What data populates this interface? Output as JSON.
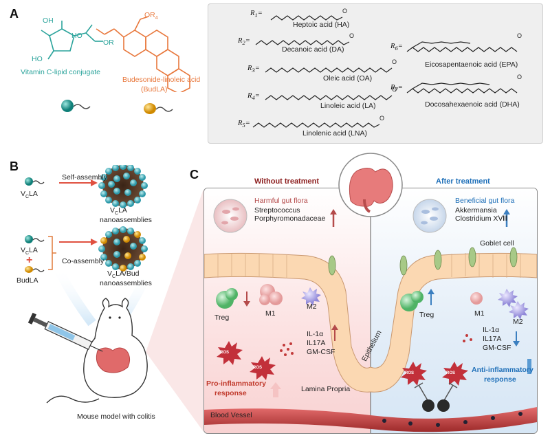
{
  "panels": {
    "a": "A",
    "b": "B",
    "c": "C"
  },
  "panel_a": {
    "vitc_label": "Vitamin C-lipid conjugate",
    "budla_label_line1": "Budesonide-linoleic acid",
    "budla_label_line2": "(BudLA)",
    "oh1": "OH",
    "oh2": "HO",
    "oh3": "HO",
    "or": "OR",
    "or4": "OR",
    "r_sub4": "4"
  },
  "fatty_acids": [
    {
      "r": "R",
      "sub": "1",
      "name": "Heptoic acid (HA)"
    },
    {
      "r": "R",
      "sub": "2",
      "name": "Decanoic acid (DA)"
    },
    {
      "r": "R",
      "sub": "3",
      "name": "Oleic acid (OA)"
    },
    {
      "r": "R",
      "sub": "4",
      "name": "Linoleic acid (LA)"
    },
    {
      "r": "R",
      "sub": "5",
      "name": "Linolenic acid (LNA)"
    },
    {
      "r": "R",
      "sub": "6",
      "name": "Eicosapentaenoic acid (EPA)"
    },
    {
      "r": "R",
      "sub": "7",
      "name": "Docosahexaenoic acid (DHA)"
    }
  ],
  "panel_b": {
    "vcla": "V",
    "vcla_sub": "C",
    "vcla_tail": "LA",
    "self_assembly": "Self-assembly",
    "vcla_nano_line2": "nanoassemblies",
    "plus": "+",
    "budla": "BudLA",
    "co_assembly": "Co-assembly",
    "vcla_bud_tail": "LA/Bud",
    "mouse": "Mouse model with colitis"
  },
  "panel_c": {
    "without": "Without treatment",
    "after": "After treatment",
    "harmful": "Harmful gut flora",
    "harmful_1": "Streptococcus",
    "harmful_2": "Porphyromonadaceae",
    "beneficial": "Beneficial gut flora",
    "beneficial_1": "Akkermansia",
    "beneficial_2": "Clostridium XⅧ",
    "goblet": "Goblet cell",
    "treg": "Treg",
    "m1": "M1",
    "m2": "M2",
    "il1": "IL-1α",
    "il17": "IL17A",
    "gmcsf": "GM-CSF",
    "ros": "ROS",
    "pro_line1": "Pro-inflammatory",
    "pro_line2": "response",
    "anti_line1": "Anti-inflammatory",
    "anti_line2": "response",
    "lamina": "Lamina Propria",
    "epithelium": "Epithelium",
    "blood": "Blood Vessel"
  },
  "colors": {
    "teal": "#2aa39b",
    "orange": "#e8773b",
    "red": "#c0392b",
    "blue": "#1e6fb8"
  }
}
